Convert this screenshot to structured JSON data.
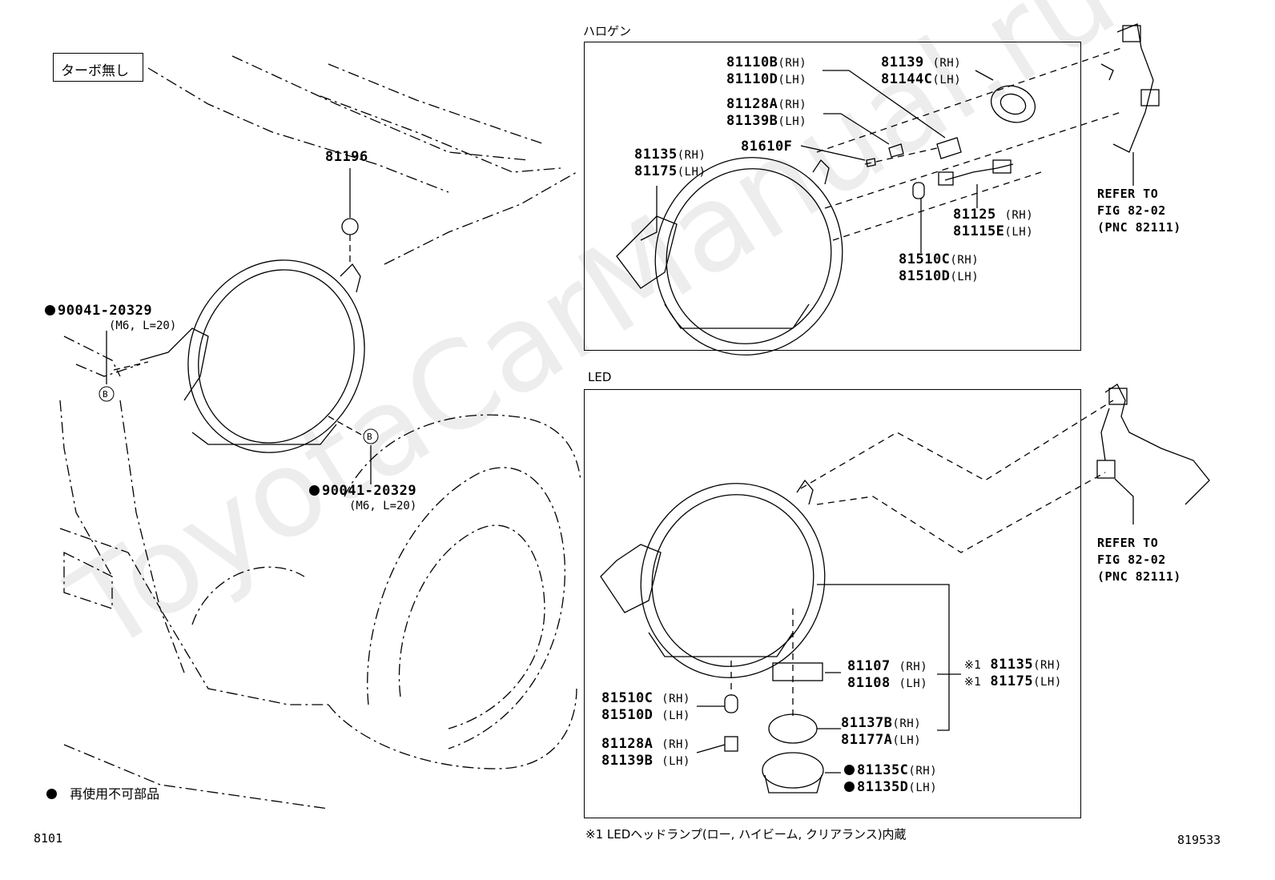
{
  "watermark": "ToyotaCarManual.ru",
  "left": {
    "note_label": "ターボ無し",
    "part_81196": "81196",
    "bolt_top": {
      "pn": "90041-20329",
      "spec": "(M6, L=20)",
      "marker": "B"
    },
    "bolt_bottom": {
      "pn": "90041-20329",
      "spec": "(M6, L=20)",
      "marker": "B"
    },
    "legend_text": "再使用不可部品",
    "page_code": "8101"
  },
  "halogen": {
    "title": "ハロゲン",
    "p_81110": {
      "rh": "81110B",
      "lh": "81110D"
    },
    "p_81139": {
      "rh": "81139",
      "lh": "81144C"
    },
    "p_81128": {
      "rh": "81128A",
      "lh": "81139B"
    },
    "p_81610": "81610F",
    "p_81135": {
      "rh": "81135",
      "lh": "81175"
    },
    "p_81125": {
      "rh": "81125",
      "lh": "81115E"
    },
    "p_81510": {
      "rh": "81510C",
      "lh": "81510D"
    },
    "refer": {
      "l1": "REFER TO",
      "l2": "FIG 82-02",
      "l3": "(PNC 82111)"
    }
  },
  "led": {
    "title": "LED",
    "p_81107": {
      "rh": "81107",
      "lh": "81108"
    },
    "p_81135": {
      "mark": "※1",
      "rh": "81135",
      "lh": "81175"
    },
    "p_81510": {
      "rh": "81510C",
      "lh": "81510D"
    },
    "p_81137": {
      "rh": "81137B",
      "lh": "81177A"
    },
    "p_81128": {
      "rh": "81128A",
      "lh": "81139B"
    },
    "p_81135c": {
      "rh": "81135C",
      "lh": "81135D"
    },
    "refer": {
      "l1": "REFER TO",
      "l2": "FIG 82-02",
      "l3": "(PNC 82111)"
    },
    "footnote": "※1 LEDヘッドランプ(ロー, ハイビーム, クリアランス)内蔵"
  },
  "suffix": {
    "rh": "(RH)",
    "lh": "(LH)"
  },
  "figure_code": "819533"
}
